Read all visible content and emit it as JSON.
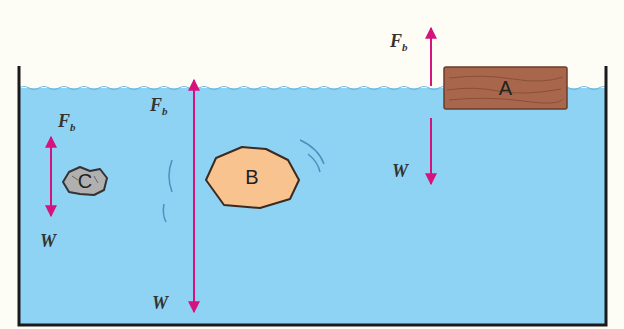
{
  "diagram": {
    "nodes": [
      {
        "text": [
          "A"
        ]
      },
      {
        "text": [
          "B"
        ]
      },
      {
        "text": [
          "C"
        ]
      }
    ],
    "labels": [
      "Fb",
      "W",
      "Fb",
      "W",
      "Fb",
      "W"
    ]
  }
}
